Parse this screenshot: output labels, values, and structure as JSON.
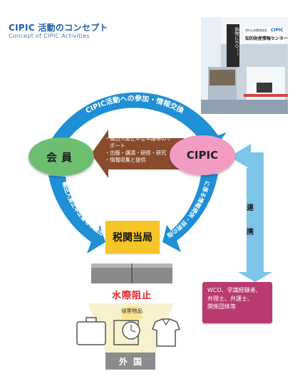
{
  "header": {
    "title": "CIPIC 活動のコンセプト",
    "subtitle": "Concept of CIPIC Activities"
  },
  "photo": {
    "sign_right": "知的財産情報センター",
    "sign_small": "(財)日本関税協会",
    "sign_logo": "CIPIC",
    "poster": "偽物にＮＯ！！"
  },
  "cycle": {
    "top_arc": "CIPIC活動への参加・情報交換",
    "left_arc": "輸出入差止申立書等の提出",
    "right_arc": "取締りに係る情報提供・技術の指導など"
  },
  "nodes": {
    "member": "会員",
    "cipic": "CIPIC",
    "customs": "税関当局",
    "foreign": "外国"
  },
  "services": [
    "・輸出入差止申立申請等のサポート",
    "・出版・講演・研修・研究",
    "・情報収集と提供"
  ],
  "border": {
    "label": "水際阻止",
    "goods_label": "侵害物品",
    "goods": [
      "bag-icon",
      "watch-icon",
      "shirt-icon"
    ]
  },
  "partners": {
    "collaboration": "連携",
    "lines": [
      "WCO、学識経験者、",
      "弁理士、弁護士、",
      "関係団体等"
    ]
  },
  "colors": {
    "cycle_blue": "#1f8fd6",
    "member_green": "#6ebe72",
    "cipic_pink": "#f29cc4",
    "customs_yellow": "#f7c528",
    "services_brown": "#8a4a2c",
    "border_red": "#e02020",
    "partner_magenta": "#b83a70",
    "link_light_blue": "#7cc4ea"
  }
}
